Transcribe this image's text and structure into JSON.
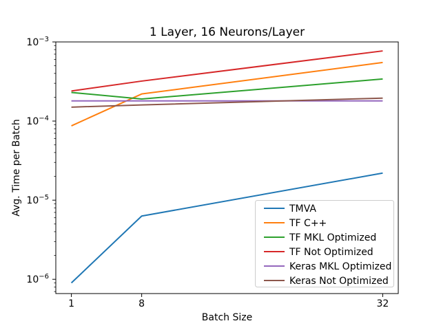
{
  "figure": {
    "background_color": "#ffffff",
    "axes_color": "#000000"
  },
  "chart_data": {
    "type": "line",
    "title": "1 Layer, 16 Neurons/Layer",
    "xlabel": "Batch Size",
    "ylabel": "Avg. Time per Batch",
    "x_scale": "linear",
    "y_scale": "log",
    "grid": false,
    "x": [
      1,
      8,
      32
    ],
    "x_tick_labels": [
      "1",
      "8",
      "32"
    ],
    "xlim": [
      -0.55,
      33.55
    ],
    "ylim": [
      6.6e-07,
      0.001
    ],
    "y_major_tick_exponents": [
      -3,
      -4,
      -5,
      -6
    ],
    "legend": {
      "location": "lower right"
    },
    "series": [
      {
        "name": "TMVA",
        "color": "#1f77b4",
        "values": [
          9e-07,
          6.3e-06,
          2.2e-05
        ]
      },
      {
        "name": "TF C++",
        "color": "#ff7f0e",
        "values": [
          8.7e-05,
          0.00022,
          0.00055
        ]
      },
      {
        "name": "TF MKL Optimized",
        "color": "#2ca02c",
        "values": [
          0.00023,
          0.00019,
          0.00034
        ]
      },
      {
        "name": "TF Not Optimized",
        "color": "#d62728",
        "values": [
          0.00024,
          0.00032,
          0.00077
        ]
      },
      {
        "name": "Keras MKL Optimized",
        "color": "#9467bd",
        "values": [
          0.00018,
          0.00018,
          0.00018
        ]
      },
      {
        "name": "Keras Not Optimized",
        "color": "#8c564b",
        "values": [
          0.00015,
          0.00016,
          0.000195
        ]
      }
    ]
  }
}
